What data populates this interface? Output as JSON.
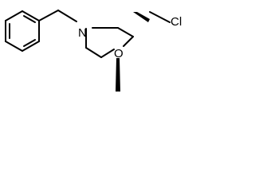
{
  "structure": {
    "atoms": {
      "nitrogen": "N",
      "oxygen": "O",
      "chlorine": "Cl"
    }
  }
}
